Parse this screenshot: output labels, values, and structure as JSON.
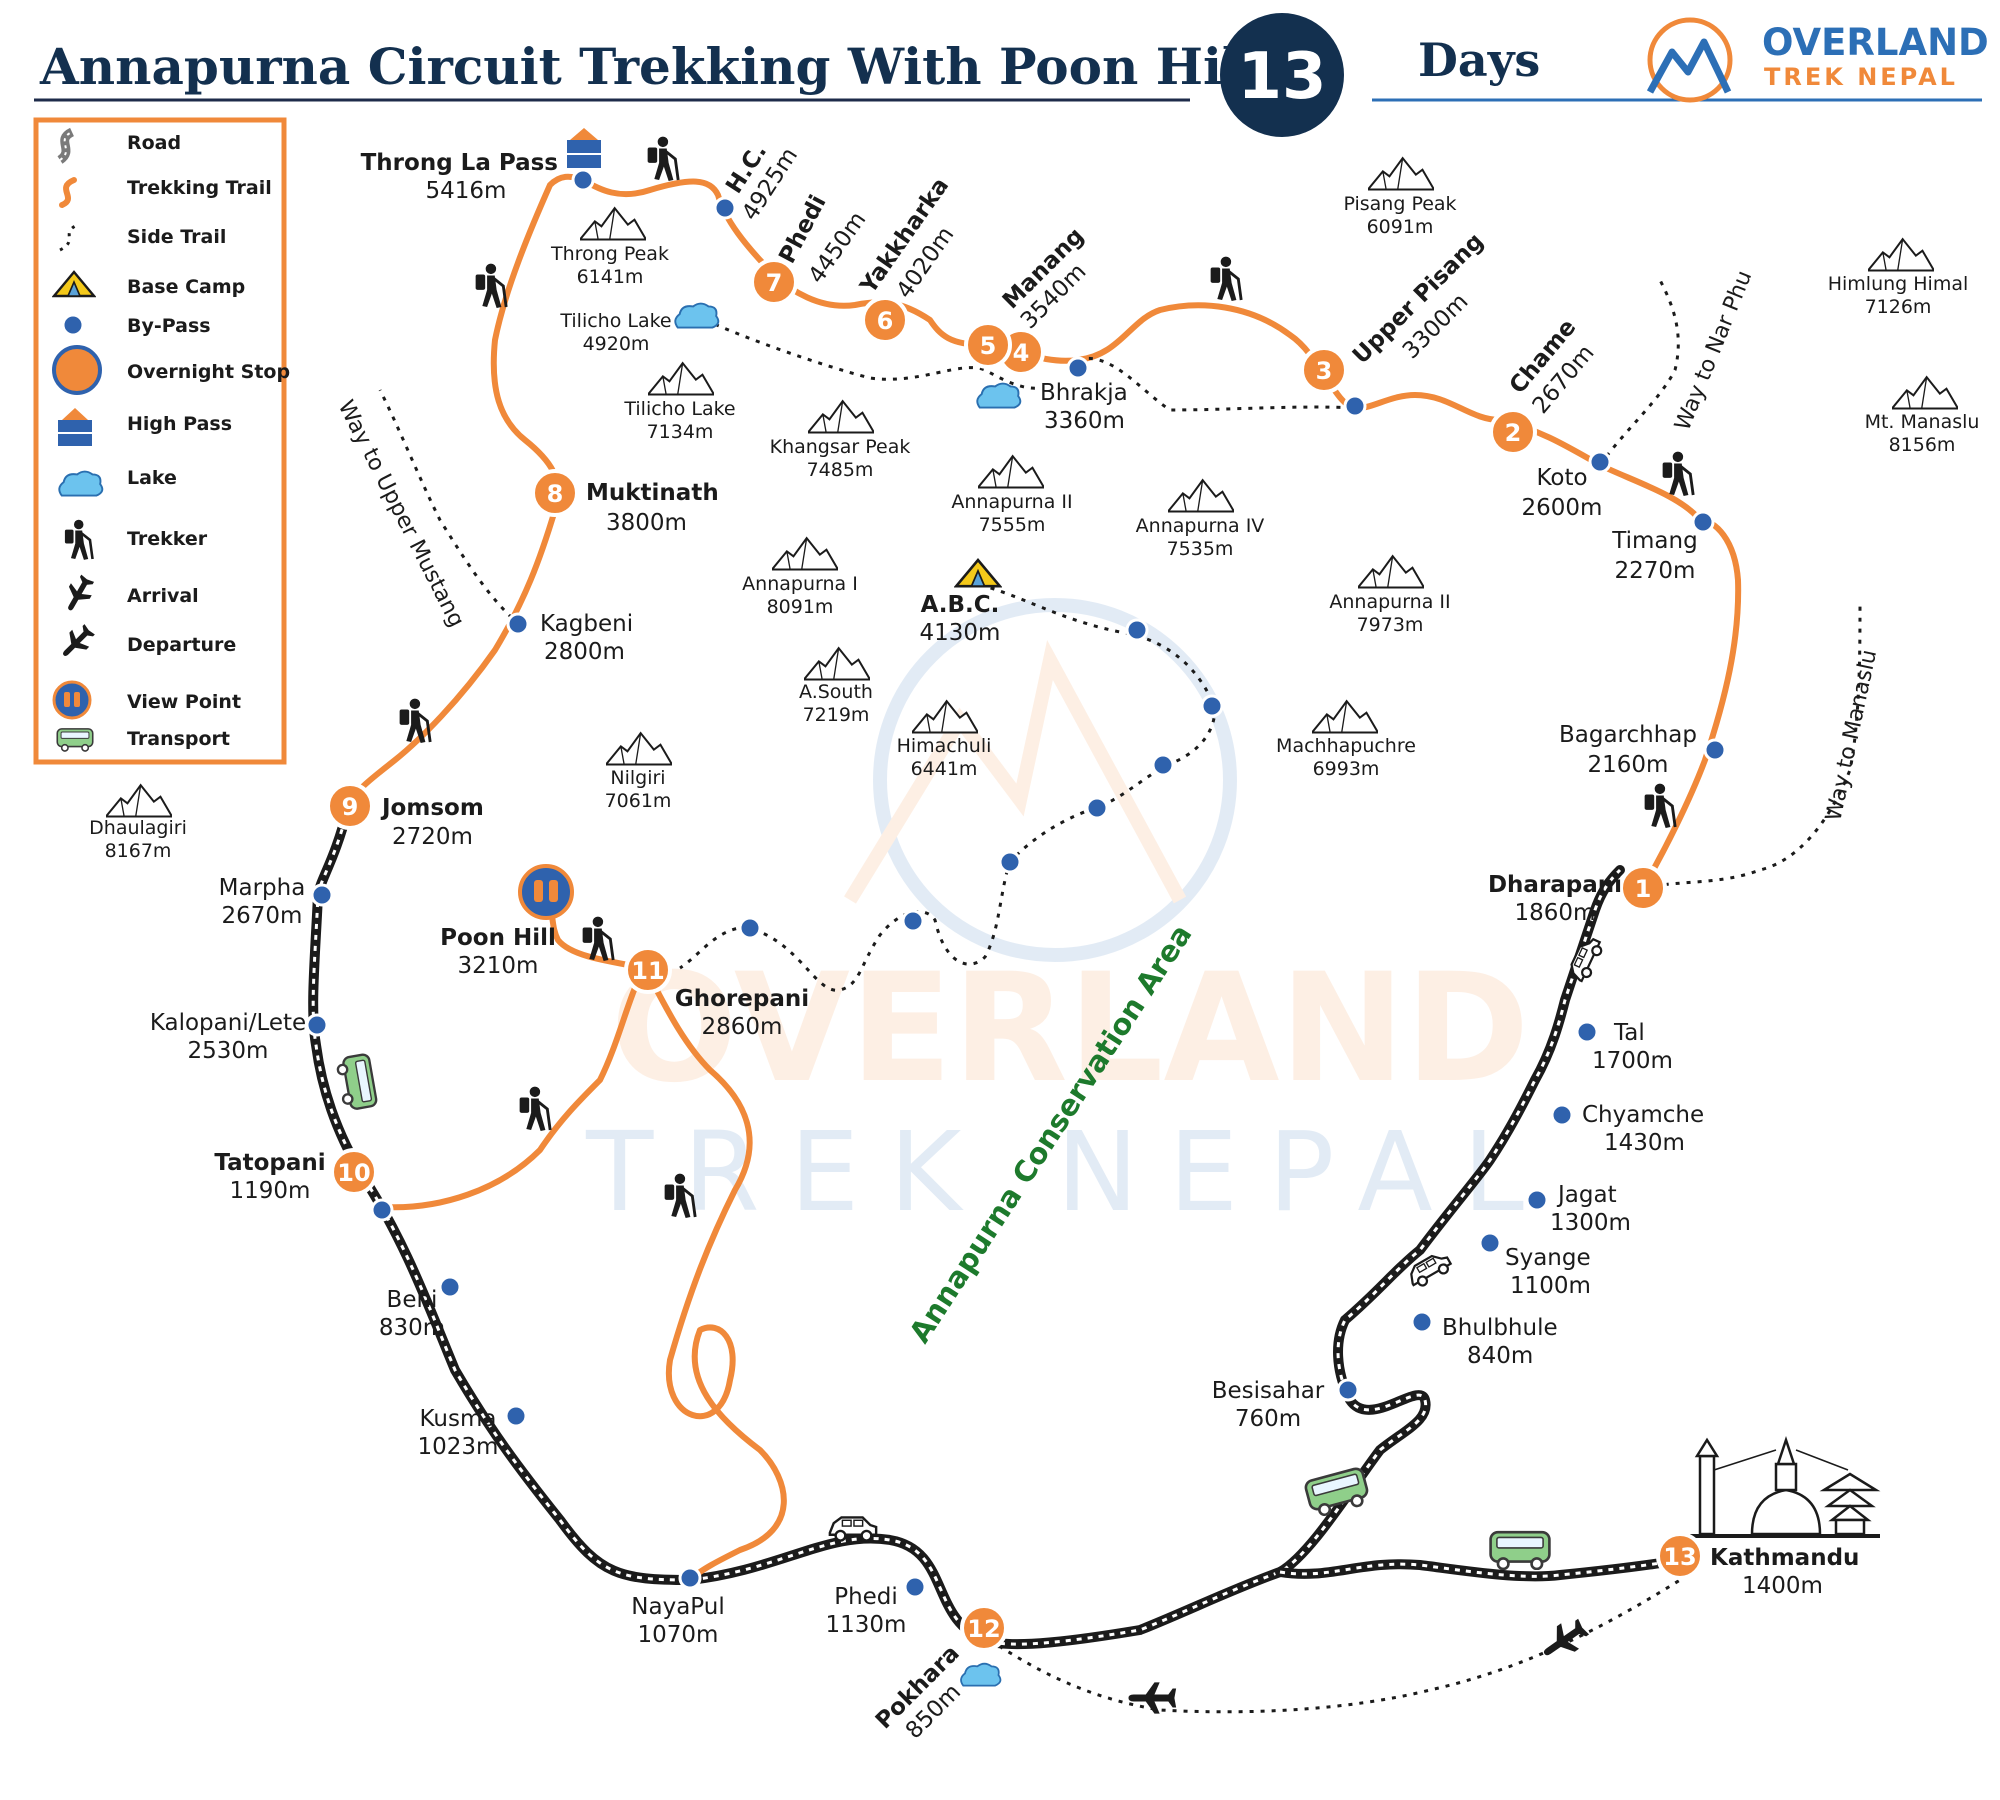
{
  "header": {
    "title": "Annapurna Circuit Trekking With Poon Hill",
    "days_number": "13",
    "days_label": "Days",
    "brand_line1": "OVERLAND",
    "brand_line2": "TREK NEPAL",
    "colors": {
      "navy": "#13304f",
      "orange": "#f0893a",
      "brand_blue": "#2c6fb6",
      "stop_blue": "#2f62ad",
      "area_green": "#1d7a2c"
    }
  },
  "legend": {
    "items": [
      {
        "label": "Road",
        "icon": "road-icon"
      },
      {
        "label": "Trekking Trail",
        "icon": "trekking-trail-icon"
      },
      {
        "label": "Side Trail",
        "icon": "side-trail-icon"
      },
      {
        "label": "Base  Camp",
        "icon": "base-camp-icon"
      },
      {
        "label": "By-Pass",
        "icon": "bypass-dot-icon"
      },
      {
        "label": "Overnight Stop",
        "icon": "overnight-stop-icon"
      },
      {
        "label": "High Pass",
        "icon": "high-pass-icon"
      },
      {
        "label": "Lake",
        "icon": "lake-icon"
      },
      {
        "label": "Trekker",
        "icon": "trekker-icon"
      },
      {
        "label": "Arrival",
        "icon": "arrival-plane-icon"
      },
      {
        "label": "Departure",
        "icon": "departure-plane-icon"
      },
      {
        "label": "View Point",
        "icon": "view-point-icon"
      },
      {
        "label": "Transport",
        "icon": "bus-icon"
      }
    ]
  },
  "overnight_stops": [
    {
      "n": "1",
      "name": "Dharapani",
      "alt": "1860m"
    },
    {
      "n": "2",
      "name": "Chame",
      "alt": "2670m"
    },
    {
      "n": "3",
      "name": "Upper Pisang",
      "alt": "3300m"
    },
    {
      "n": "4",
      "name": "Manang",
      "alt": "3540m"
    },
    {
      "n": "5",
      "name": "",
      "alt": ""
    },
    {
      "n": "6",
      "name": "Yakkharka",
      "alt": "4020m"
    },
    {
      "n": "7",
      "name": "Phedi",
      "alt": "4450m"
    },
    {
      "n": "8",
      "name": "Muktinath",
      "alt": "3800m"
    },
    {
      "n": "9",
      "name": "Jomsom",
      "alt": "2720m"
    },
    {
      "n": "10",
      "name": "Tatopani",
      "alt": "1190m"
    },
    {
      "n": "11",
      "name": "Ghorepani",
      "alt": "2860m"
    },
    {
      "n": "12",
      "name": "Pokhara",
      "alt": "850m"
    },
    {
      "n": "13",
      "name": "Kathmandu",
      "alt": "1400m"
    }
  ],
  "places": [
    {
      "name": "Throng La Pass",
      "alt": "5416m"
    },
    {
      "name": "H.C.",
      "alt": "4925m"
    },
    {
      "name": "Bhrakja",
      "alt": "3360m"
    },
    {
      "name": "Koto",
      "alt": "2600m"
    },
    {
      "name": "Timang",
      "alt": "2270m"
    },
    {
      "name": "Bagarchhap",
      "alt": "2160m"
    },
    {
      "name": "Tal",
      "alt": "1700m"
    },
    {
      "name": "Chyamche",
      "alt": "1430m"
    },
    {
      "name": "Jagat",
      "alt": "1300m"
    },
    {
      "name": "Syange",
      "alt": "1100m"
    },
    {
      "name": "Bhulbhule",
      "alt": "840m"
    },
    {
      "name": "Besisahar",
      "alt": "760m"
    },
    {
      "name": "Kagbeni",
      "alt": "2800m"
    },
    {
      "name": "Marpha",
      "alt": "2670m"
    },
    {
      "name": "Kalopani/Lete",
      "alt": "2530m"
    },
    {
      "name": "Beni",
      "alt": "830m"
    },
    {
      "name": "Kusma",
      "alt": "1023m"
    },
    {
      "name": "NayaPul",
      "alt": "1070m"
    },
    {
      "name": "Phedi",
      "alt": "1130m"
    },
    {
      "name": "Poon Hill",
      "alt": "3210m"
    },
    {
      "name": "A.B.C.",
      "alt": "4130m"
    },
    {
      "name": "Tilicho Lake",
      "alt": "4920m"
    }
  ],
  "peaks": [
    {
      "name": "Throng Peak",
      "alt": "6141m"
    },
    {
      "name": "Pisang Peak",
      "alt": "6091m"
    },
    {
      "name": "Tilicho Lake",
      "alt": "7134m"
    },
    {
      "name": "Khangsar Peak",
      "alt": "7485m"
    },
    {
      "name": "Annapurna II",
      "alt": "7555m"
    },
    {
      "name": "Annapurna IV",
      "alt": "7535m"
    },
    {
      "name": "Annapurna I",
      "alt": "8091m"
    },
    {
      "name": "Annapurna II",
      "alt": "7973m"
    },
    {
      "name": "A.South",
      "alt": "7219m"
    },
    {
      "name": "Himachuli",
      "alt": "6441m"
    },
    {
      "name": "Machhapuchre",
      "alt": "6993m"
    },
    {
      "name": "Nilgiri",
      "alt": "7061m"
    },
    {
      "name": "Dhaulagiri",
      "alt": "8167m"
    },
    {
      "name": "Himlung Himal",
      "alt": "7126m"
    },
    {
      "name": "Mt. Manaslu",
      "alt": "8156m"
    }
  ],
  "ways": {
    "upper_mustang": "Way to Upper Mustang",
    "nar_phu": "Way to Nar Phu",
    "manaslu": "Way to Manaslu"
  },
  "area_label": "Annapurna Conservation Area",
  "watermark": {
    "line1": "OVERLAND",
    "line2": "TREK NEPAL"
  }
}
